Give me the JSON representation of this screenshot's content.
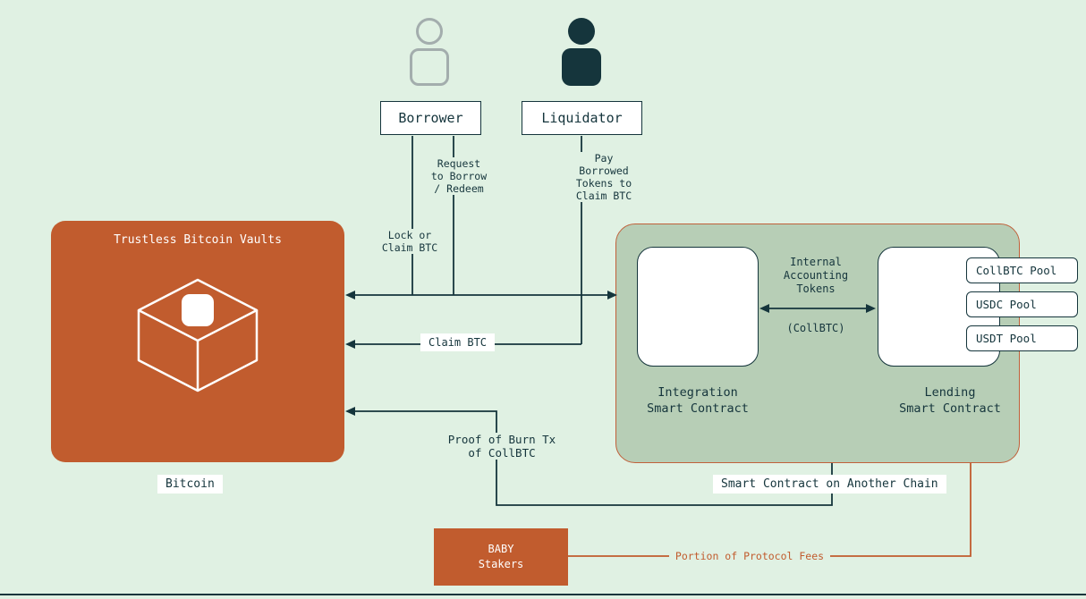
{
  "colors": {
    "background": "#e0f1e3",
    "accent_orange": "#c15c2e",
    "dark_teal": "#15353c",
    "sage_green": "#b7ceb6",
    "white": "#ffffff",
    "muted_gray": "#a3adad"
  },
  "icons": {
    "borrower": "person-outline-icon",
    "liquidator": "person-filled-icon",
    "vault": "cube-icon"
  },
  "actors": {
    "borrower": "Borrower",
    "liquidator": "Liquidator"
  },
  "edges": {
    "request": "Request\nto Borrow\n/ Redeem",
    "pay": "Pay\nBorrowed\nTokens to\nClaim BTC",
    "lock": "Lock or\nClaim BTC",
    "claim": "Claim BTC",
    "proof": "Proof of Burn Tx\nof CollBTC",
    "internal": "Internal\nAccounting\nTokens",
    "collbtc": "(CollBTC)",
    "fees": "Portion of Protocol Fees"
  },
  "vaults": {
    "title": "Trustless Bitcoin Vaults",
    "caption": "Bitcoin"
  },
  "contracts": {
    "integration": "Integration\nSmart Contract",
    "lending": "Lending\nSmart Contract",
    "caption": "Smart Contract on Another Chain",
    "pools": [
      {
        "label": "CollBTC Pool"
      },
      {
        "label": "USDC Pool"
      },
      {
        "label": "USDT Pool"
      }
    ]
  },
  "stakers": {
    "label": "BABY\nStakers"
  }
}
